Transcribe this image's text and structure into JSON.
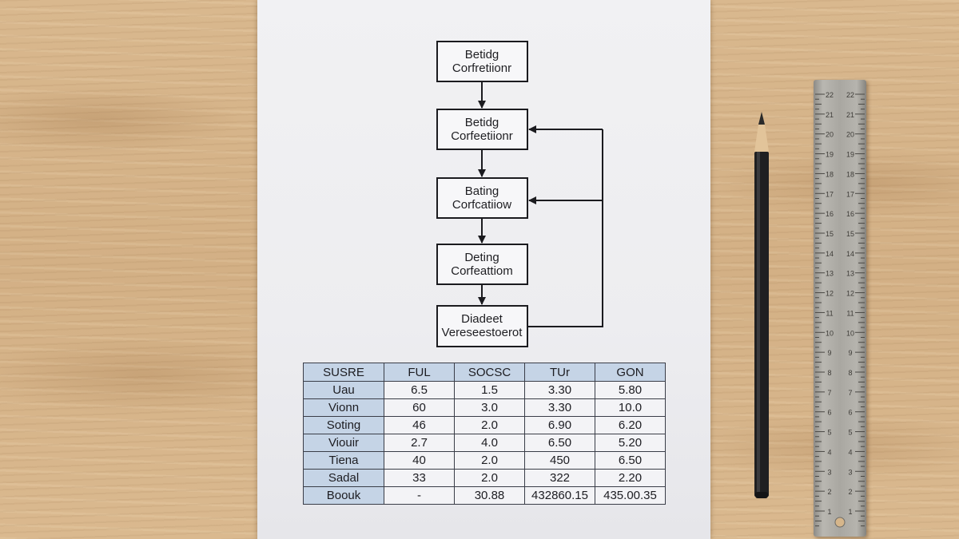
{
  "flowchart": {
    "boxes": [
      {
        "line1": "Betidg",
        "line2": "Corfretiionr"
      },
      {
        "line1": "Betidg",
        "line2": "Corfeetiionr"
      },
      {
        "line1": "Bating",
        "line2": "Corfcatiiow"
      },
      {
        "line1": "Deting",
        "line2": "Corfeattiom"
      },
      {
        "line1": "Diadeet",
        "line2": "Vereseestoerot"
      }
    ]
  },
  "table": {
    "headers": [
      "SUSRE",
      "FUL",
      "SOCSC",
      "TUr",
      "GON"
    ],
    "rows": [
      [
        "Uau",
        "6.5",
        "1.5",
        "3.30",
        "5.80"
      ],
      [
        "Vionn",
        "60",
        "3.0",
        "3.30",
        "10.0"
      ],
      [
        "Soting",
        "46",
        "2.0",
        "6.90",
        "6.20"
      ],
      [
        "Viouir",
        "2.7",
        "4.0",
        "6.50",
        "5.20"
      ],
      [
        "Tiena",
        "40",
        "2.0",
        "450",
        "6.50"
      ],
      [
        "Sadal",
        "33",
        "2.0",
        "322",
        "2.20"
      ],
      [
        "Boouk",
        "-",
        "30.88",
        "432860.15",
        "435.00.35"
      ]
    ]
  },
  "ruler": {
    "numbers": [
      "22",
      "21",
      "20",
      "19",
      "18",
      "17",
      "16",
      "15",
      "14",
      "13",
      "12",
      "11",
      "10",
      "9",
      "8",
      "7",
      "6",
      "5",
      "4",
      "3",
      "2",
      "1"
    ]
  }
}
